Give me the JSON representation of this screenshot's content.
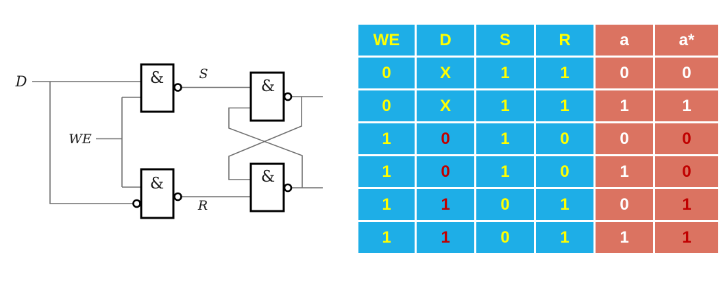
{
  "colors": {
    "blue": "#1EAEE7",
    "salmon": "#DB7361",
    "yellow": "#FFFF00",
    "red": "#C00000",
    "white": "#FFFFFF",
    "wire": "#6F6F6F",
    "gate_border": "#000000"
  },
  "circuit": {
    "gate_symbol": "&",
    "labels": {
      "d": "D",
      "we": "WE",
      "s": "S",
      "r": "R"
    }
  },
  "table": {
    "headers": [
      {
        "text": "WE",
        "bg": "blue",
        "fg": "yellow"
      },
      {
        "text": "D",
        "bg": "blue",
        "fg": "yellow"
      },
      {
        "text": "S",
        "bg": "blue",
        "fg": "yellow"
      },
      {
        "text": "R",
        "bg": "blue",
        "fg": "yellow"
      },
      {
        "text": "a",
        "bg": "salmon",
        "fg": "white"
      },
      {
        "text": "a*",
        "bg": "salmon",
        "fg": "white"
      }
    ],
    "rows": [
      [
        {
          "text": "0",
          "bg": "blue",
          "fg": "yellow"
        },
        {
          "text": "X",
          "bg": "blue",
          "fg": "yellow"
        },
        {
          "text": "1",
          "bg": "blue",
          "fg": "yellow"
        },
        {
          "text": "1",
          "bg": "blue",
          "fg": "yellow"
        },
        {
          "text": "0",
          "bg": "salmon",
          "fg": "white"
        },
        {
          "text": "0",
          "bg": "salmon",
          "fg": "white"
        }
      ],
      [
        {
          "text": "0",
          "bg": "blue",
          "fg": "yellow"
        },
        {
          "text": "X",
          "bg": "blue",
          "fg": "yellow"
        },
        {
          "text": "1",
          "bg": "blue",
          "fg": "yellow"
        },
        {
          "text": "1",
          "bg": "blue",
          "fg": "yellow"
        },
        {
          "text": "1",
          "bg": "salmon",
          "fg": "white"
        },
        {
          "text": "1",
          "bg": "salmon",
          "fg": "white"
        }
      ],
      [
        {
          "text": "1",
          "bg": "blue",
          "fg": "yellow"
        },
        {
          "text": "0",
          "bg": "blue",
          "fg": "red"
        },
        {
          "text": "1",
          "bg": "blue",
          "fg": "yellow"
        },
        {
          "text": "0",
          "bg": "blue",
          "fg": "yellow"
        },
        {
          "text": "0",
          "bg": "salmon",
          "fg": "white"
        },
        {
          "text": "0",
          "bg": "salmon",
          "fg": "red"
        }
      ],
      [
        {
          "text": "1",
          "bg": "blue",
          "fg": "yellow"
        },
        {
          "text": "0",
          "bg": "blue",
          "fg": "red"
        },
        {
          "text": "1",
          "bg": "blue",
          "fg": "yellow"
        },
        {
          "text": "0",
          "bg": "blue",
          "fg": "yellow"
        },
        {
          "text": "1",
          "bg": "salmon",
          "fg": "white"
        },
        {
          "text": "0",
          "bg": "salmon",
          "fg": "red"
        }
      ],
      [
        {
          "text": "1",
          "bg": "blue",
          "fg": "yellow"
        },
        {
          "text": "1",
          "bg": "blue",
          "fg": "red"
        },
        {
          "text": "0",
          "bg": "blue",
          "fg": "yellow"
        },
        {
          "text": "1",
          "bg": "blue",
          "fg": "yellow"
        },
        {
          "text": "0",
          "bg": "salmon",
          "fg": "white"
        },
        {
          "text": "1",
          "bg": "salmon",
          "fg": "red"
        }
      ],
      [
        {
          "text": "1",
          "bg": "blue",
          "fg": "yellow"
        },
        {
          "text": "1",
          "bg": "blue",
          "fg": "red"
        },
        {
          "text": "0",
          "bg": "blue",
          "fg": "yellow"
        },
        {
          "text": "1",
          "bg": "blue",
          "fg": "yellow"
        },
        {
          "text": "1",
          "bg": "salmon",
          "fg": "white"
        },
        {
          "text": "1",
          "bg": "salmon",
          "fg": "red"
        }
      ]
    ]
  }
}
